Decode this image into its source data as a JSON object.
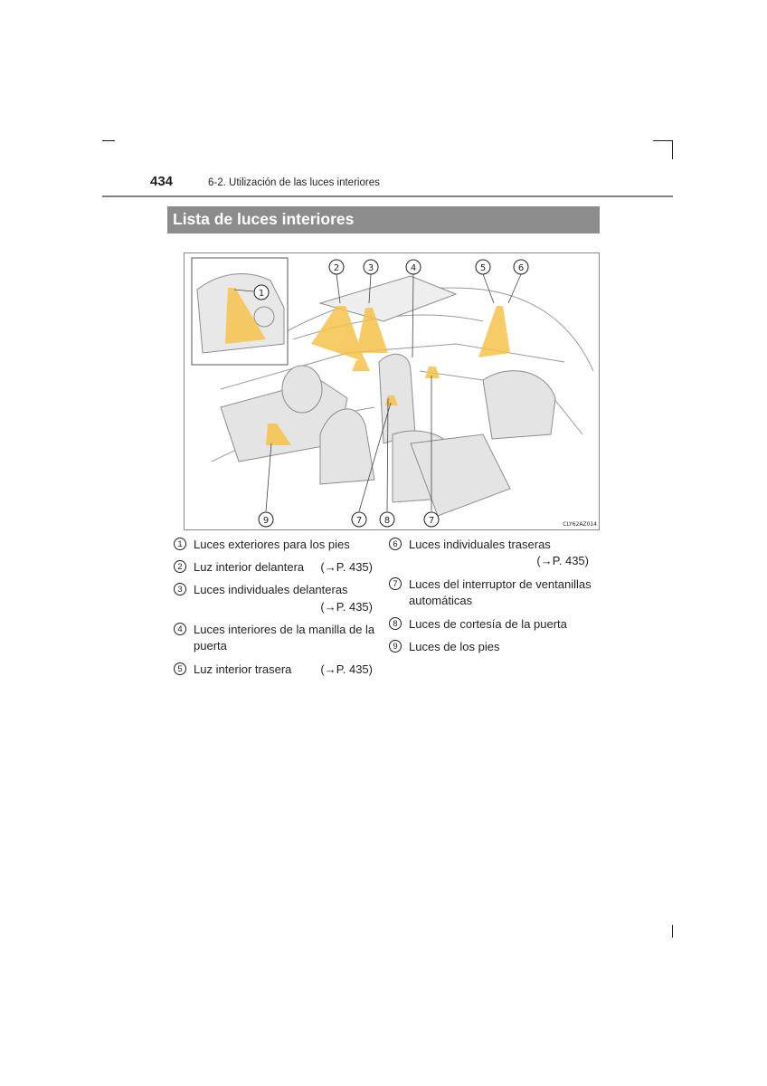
{
  "header": {
    "page_number": "434",
    "section": "6-2. Utilización de las luces interiores"
  },
  "title": "Lista de luces interiores",
  "figure": {
    "code": "CLY62AZ014",
    "callouts": [
      "1",
      "2",
      "3",
      "4",
      "5",
      "6",
      "7",
      "8",
      "9"
    ],
    "beam_color": "#f6c24a"
  },
  "legend": [
    {
      "num": "1",
      "text": "Luces exteriores para los pies",
      "ref": ""
    },
    {
      "num": "2",
      "text": "Luz interior delantera",
      "ref": "(→P. 435)"
    },
    {
      "num": "3",
      "text": "Luces individuales delanteras",
      "ref": "(→P. 435)"
    },
    {
      "num": "4",
      "text": "Luces interiores de la manilla de la puerta",
      "ref": ""
    },
    {
      "num": "5",
      "text": "Luz interior trasera",
      "ref": "(→P. 435)"
    },
    {
      "num": "6",
      "text": "Luces individuales traseras",
      "ref": "(→P. 435)"
    },
    {
      "num": "7",
      "text": "Luces del interruptor de ventanillas automáticas",
      "ref": ""
    },
    {
      "num": "8",
      "text": "Luces de cortesía de la puerta",
      "ref": ""
    },
    {
      "num": "9",
      "text": "Luces de los pies",
      "ref": ""
    }
  ]
}
